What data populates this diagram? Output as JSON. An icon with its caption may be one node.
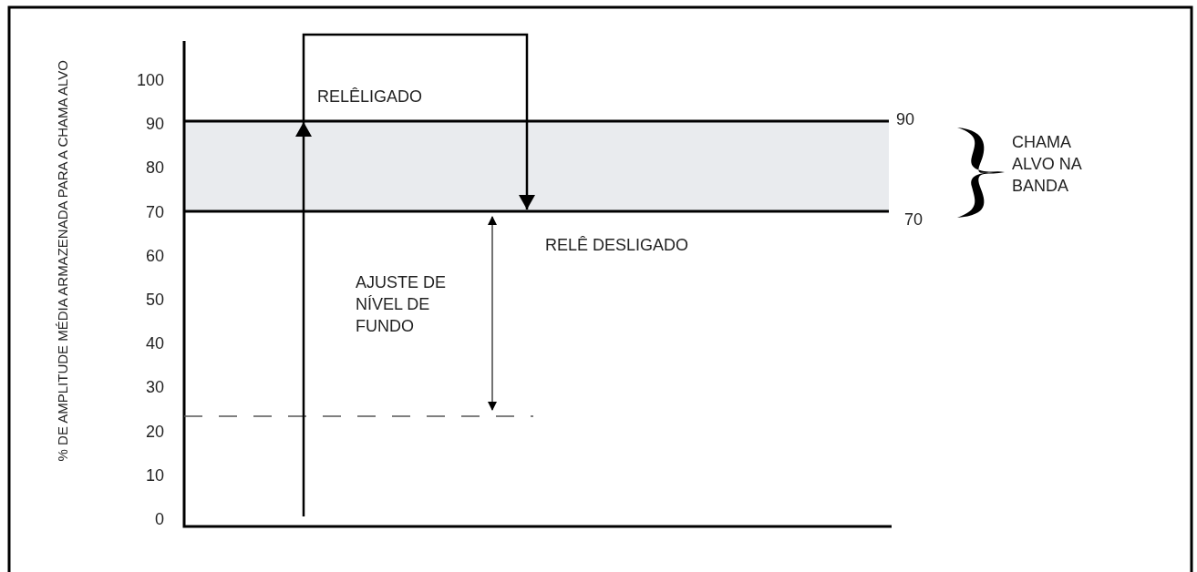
{
  "diagram": {
    "labels": [
      "% DE AMPLITUDE MÉDIA ARMAZENADA PARA A CHAMA ALVO",
      "100",
      "90",
      "80",
      "70",
      "60",
      "50",
      "40",
      "30",
      "20",
      "10",
      "0",
      "RELÊLIGADO",
      "90",
      "CHAMA ALVO NA BANDA",
      "70",
      "RELÊ DESLIGADO",
      "AJUSTE DE NÍVEL DE FUNDO"
    ]
  }
}
